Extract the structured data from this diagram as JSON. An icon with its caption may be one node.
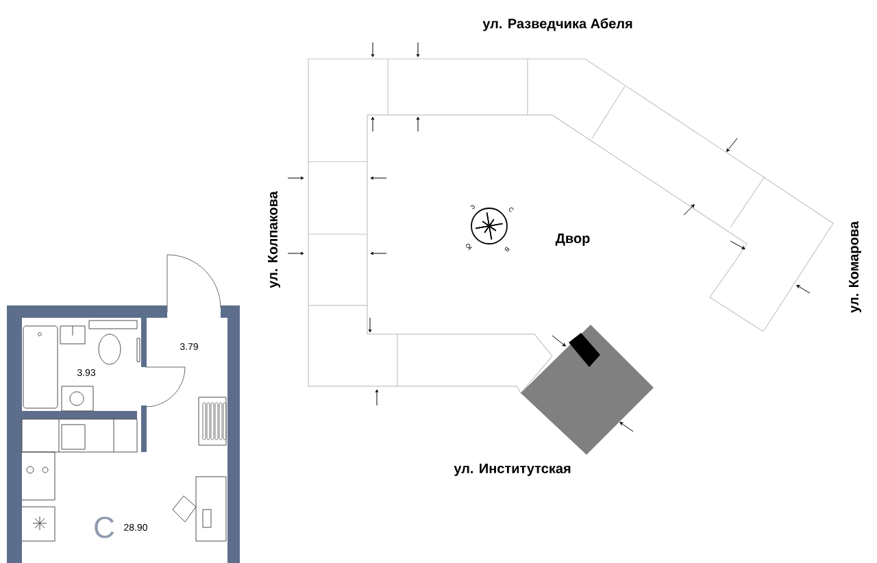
{
  "diagram": {
    "labels": [
      "ул. Разведчика Абеля",
      "З",
      "С",
      "ул. Колпакова",
      "Двор",
      "Ю",
      "В",
      "ул. Комарова",
      "3.79",
      "3.93",
      "ул. Институтская",
      "С",
      "28.90"
    ]
  }
}
